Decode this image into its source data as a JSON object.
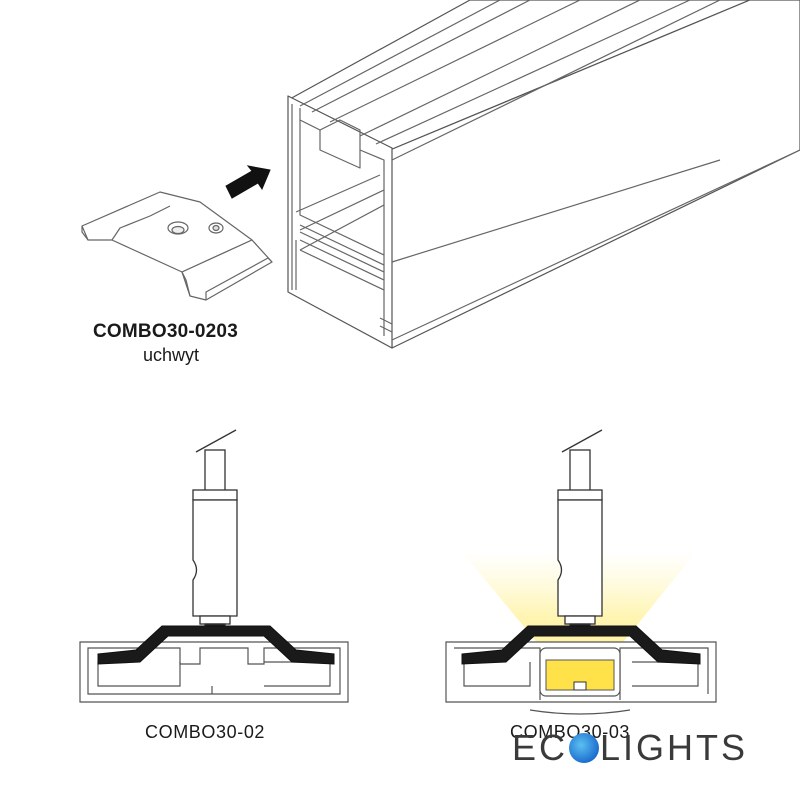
{
  "labels": {
    "top_code": "COMBO30-0203",
    "top_sub": "uchwyt",
    "bottom_left": "COMBO30-02",
    "bottom_right": "COMBO30-03"
  },
  "logo": {
    "left_text": "EC",
    "right_text": "LIGHTS",
    "accent": "#1e6fd0"
  },
  "colors": {
    "line": "#555555",
    "clip_fill": "#1a1a1a",
    "light": "#fff3a8",
    "led": "#ffe24a"
  }
}
